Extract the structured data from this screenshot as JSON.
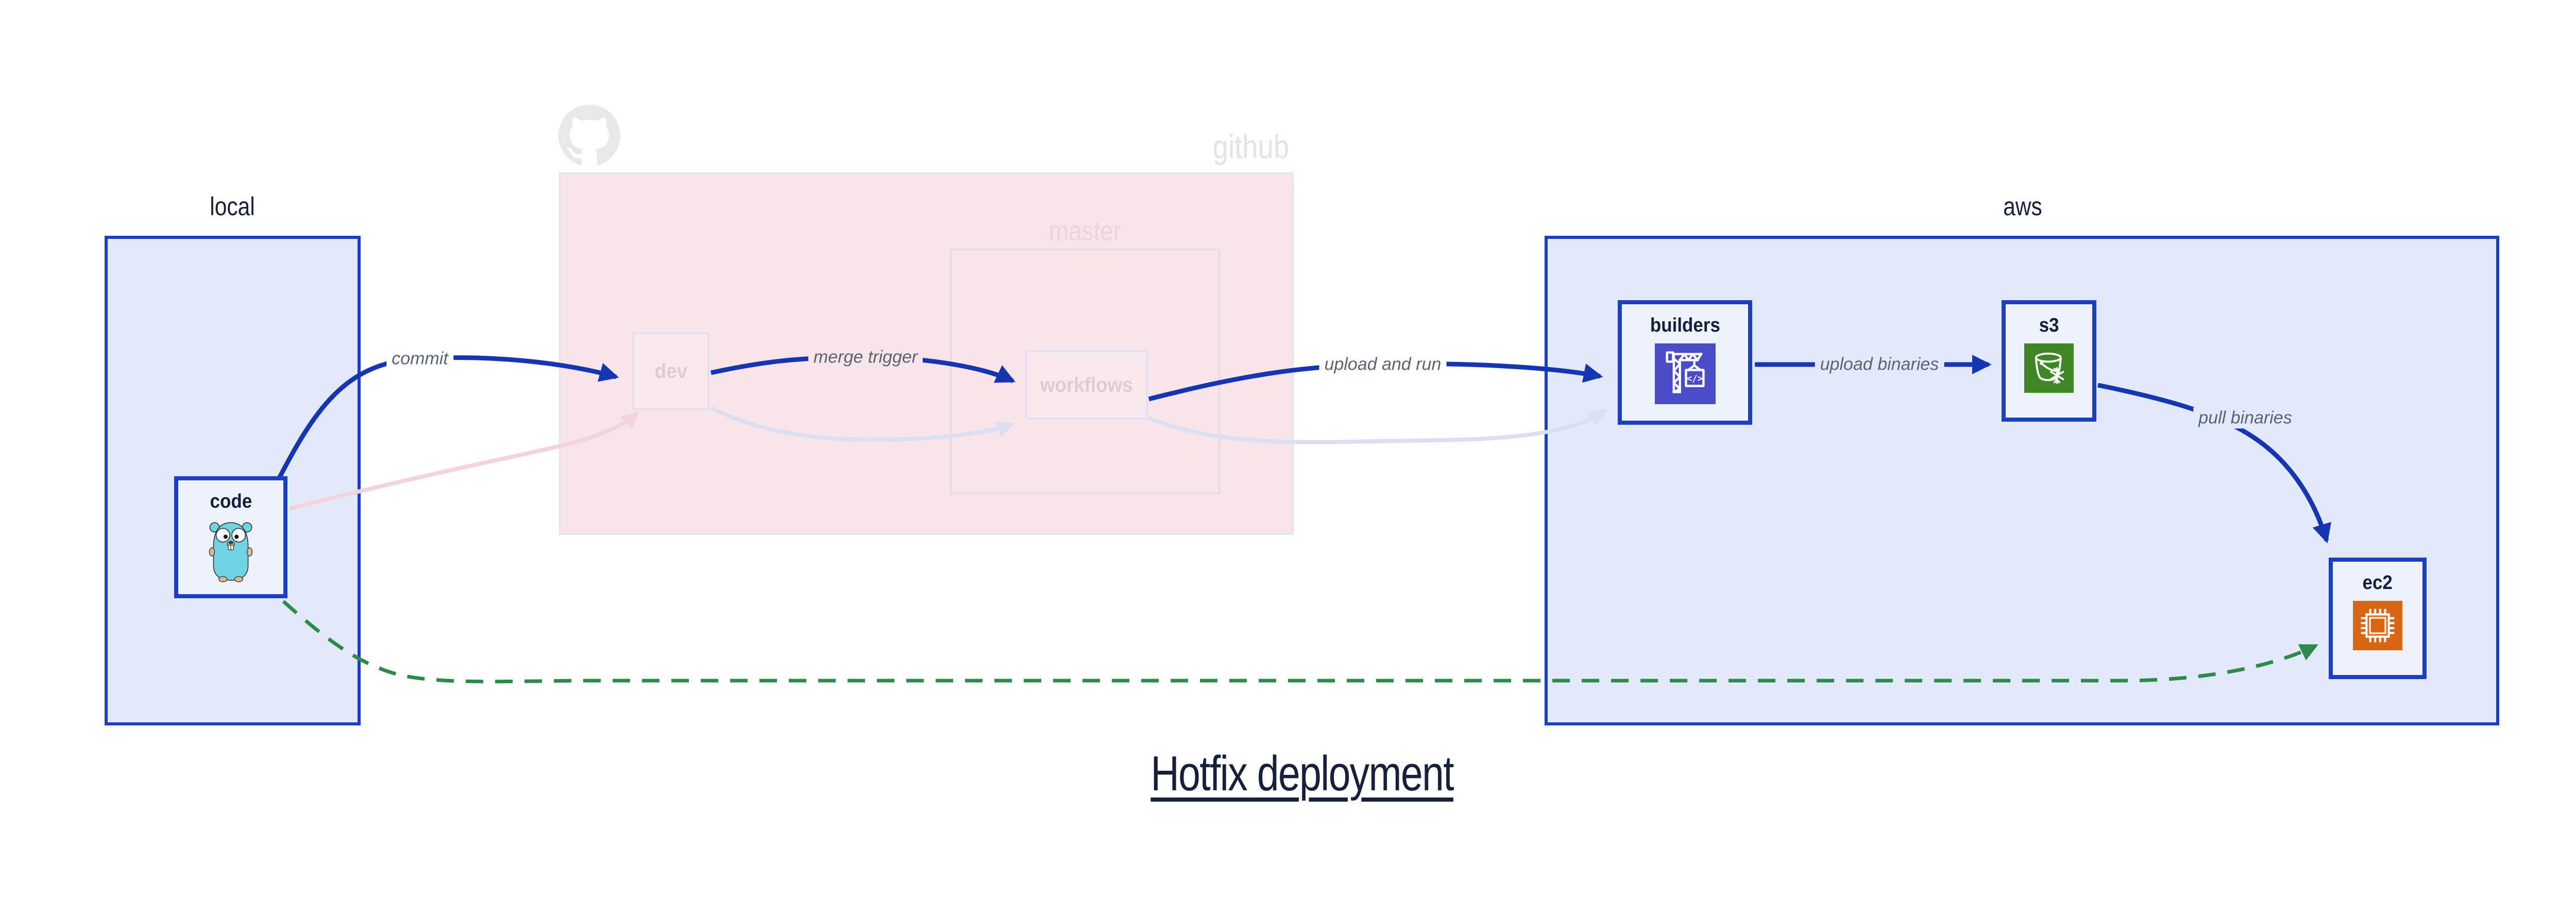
{
  "title": {
    "text": "Hotfix deployment"
  },
  "groups": {
    "local": {
      "label": "local"
    },
    "github": {
      "label": "github"
    },
    "master": {
      "label": "master"
    },
    "aws": {
      "label": "aws"
    }
  },
  "nodes": {
    "code": {
      "label": "code",
      "icon": "go-gopher-icon"
    },
    "dev": {
      "label": "dev"
    },
    "workflows": {
      "label": "workflows"
    },
    "builders": {
      "label": "builders",
      "icon": "aws-codebuild-crane-icon",
      "icon_glyph": "</>"
    },
    "s3": {
      "label": "s3",
      "icon": "aws-s3-glacier-bucket-icon"
    },
    "ec2": {
      "label": "ec2",
      "icon": "aws-ec2-chip-icon"
    }
  },
  "edges": [
    {
      "id": "commit",
      "from": "code",
      "to": "dev",
      "label": "commit",
      "style": "bold-blue"
    },
    {
      "id": "merge-trigger",
      "from": "dev",
      "to": "workflows",
      "label": "merge trigger",
      "style": "bold-blue"
    },
    {
      "id": "upload-and-run",
      "from": "workflows",
      "to": "builders",
      "label": "upload and run",
      "style": "bold-blue"
    },
    {
      "id": "upload-binaries",
      "from": "builders",
      "to": "s3",
      "label": "upload binaries",
      "style": "bold-blue"
    },
    {
      "id": "pull-binaries",
      "from": "s3",
      "to": "ec2",
      "label": "pull binaries",
      "style": "bold-blue"
    },
    {
      "id": "hotfix-path",
      "from": "code",
      "to": "ec2",
      "label": "",
      "style": "green-dashed"
    },
    {
      "id": "code-dev-alt",
      "from": "code",
      "to": "dev",
      "label": "",
      "style": "faded-pink"
    },
    {
      "id": "dev-workflows-alt",
      "from": "dev",
      "to": "workflows",
      "label": "",
      "style": "faded-lavender"
    },
    {
      "id": "workflows-builders-alt",
      "from": "workflows",
      "to": "builders",
      "label": "",
      "style": "faded-lavender"
    }
  ],
  "colors": {
    "edge_blue": "#1535b2",
    "edge_green": "#2c8a4b",
    "edge_faded_pink": "#f3d4dd",
    "edge_faded_lavender": "#dcdef2",
    "box_border_blue": "#1b3fc0",
    "local_aws_fill": "#e2e9f8",
    "github_fill": "#f8e5e9",
    "node_fill": "#eef2fb",
    "node_text": "#121f3d",
    "faded_text": "#dbccd8",
    "edge_label_text": "#5b6475",
    "title_text": "#16203a",
    "github_mark_gray": "#e8e8e8",
    "codebuild_tile": "#4a4bc6",
    "s3_tile": "#3f8624",
    "ec2_tile": "#d86613",
    "gopher_body": "#6ed3e2"
  }
}
